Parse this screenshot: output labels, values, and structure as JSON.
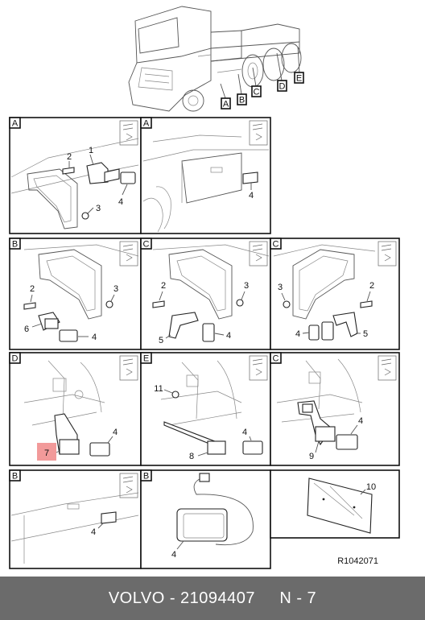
{
  "truck_callouts": [
    "A",
    "B",
    "C",
    "D",
    "E"
  ],
  "panels": [
    {
      "letter": "A",
      "parts": [
        "1",
        "2",
        "3",
        "4"
      ]
    },
    {
      "letter": "A",
      "parts": [
        "4"
      ]
    },
    {
      "letter": "B",
      "parts": [
        "2",
        "3",
        "6",
        "4"
      ]
    },
    {
      "letter": "C",
      "parts": [
        "2",
        "3",
        "5",
        "4"
      ]
    },
    {
      "letter": "C",
      "parts": [
        "3",
        "2",
        "4",
        "5"
      ]
    },
    {
      "letter": "D",
      "parts": [
        "4",
        "7"
      ]
    },
    {
      "letter": "E",
      "parts": [
        "11",
        "4",
        "8"
      ]
    },
    {
      "letter": "C",
      "parts": [
        "4",
        "9"
      ]
    },
    {
      "letter": "B",
      "parts": [
        "4"
      ]
    },
    {
      "letter": "B",
      "parts": [
        "4"
      ]
    },
    {
      "letter": "",
      "parts": [
        "10"
      ]
    }
  ],
  "reference": "R1042071",
  "footer": {
    "brand": "VOLVO",
    "separator": "-",
    "part_number": "21094407",
    "position": "N - 7"
  },
  "colors": {
    "footer_bg": "#6b6b6b",
    "highlight": "#f29a9a"
  }
}
